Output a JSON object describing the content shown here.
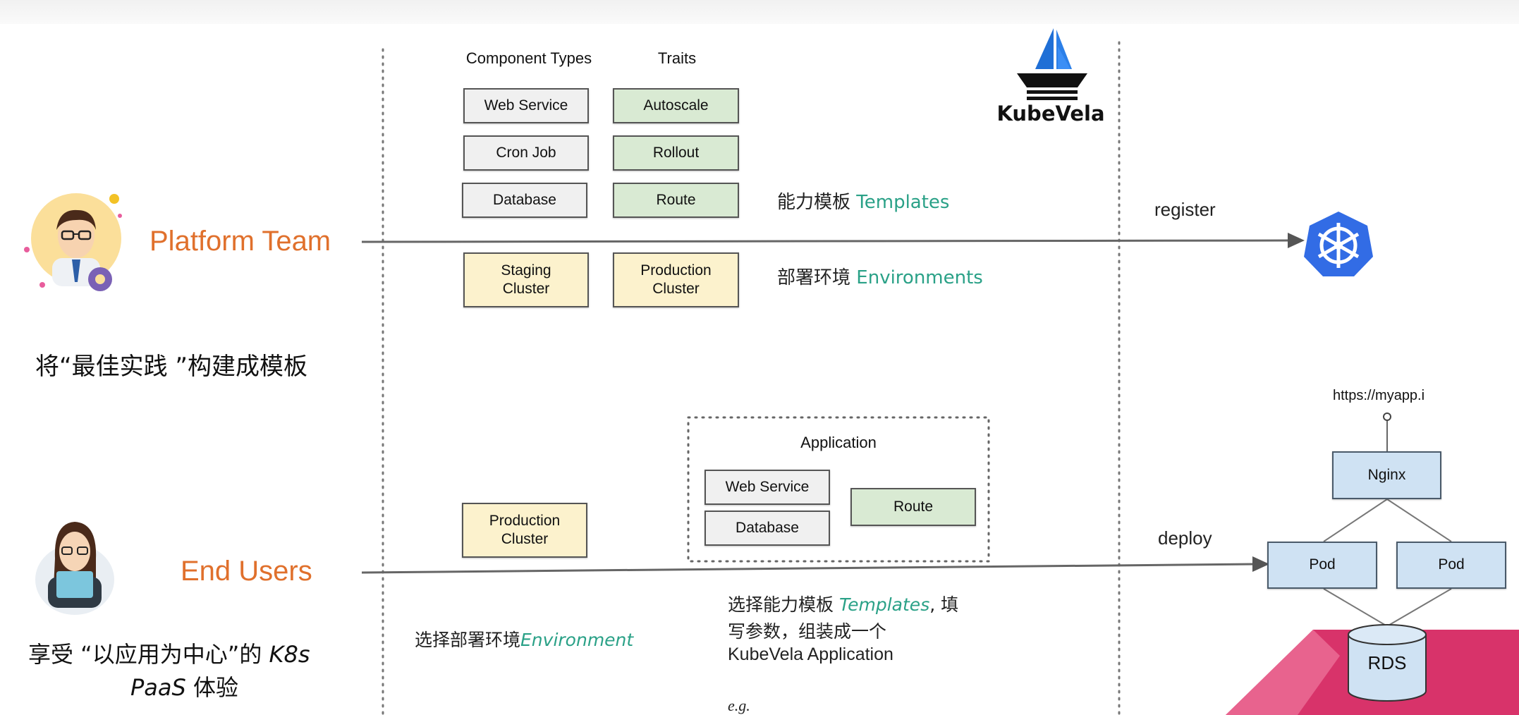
{
  "columns": {
    "component_types": "Component Types",
    "traits": "Traits"
  },
  "component_types": [
    "Web Service",
    "Cron Job",
    "Database"
  ],
  "traits": [
    "Autoscale",
    "Rollout",
    "Route"
  ],
  "environments": {
    "staging": "Staging\nCluster",
    "production": "Production\nCluster"
  },
  "templates_label": {
    "cn": "能力模板",
    "en": "Templates"
  },
  "environments_label": {
    "cn": "部署环境",
    "en": "Environments"
  },
  "brand": {
    "name": "KubeVela"
  },
  "platform": {
    "title": "Platform Team",
    "subtitle": "将“最佳实践 ”构建成模板"
  },
  "register": "register",
  "users": {
    "title": "End Users",
    "subtitle_line1_cn": "享受 “以应用为中心”的 ",
    "subtitle_line1_it": "K8s",
    "subtitle_line2_it": "PaaS",
    "subtitle_line2_cn": " 体验"
  },
  "deploy": "deploy",
  "application": {
    "title": "Application",
    "components": [
      "Web Service",
      "Database"
    ],
    "trait": "Route"
  },
  "user_env": "Production\nCluster",
  "choose_env": {
    "cn": "选择部署环境",
    "en": "Environment"
  },
  "choose_templates": {
    "line1_cn": "选择能力模板 ",
    "line1_en": "Templates",
    "line1_tail": ", 填",
    "line2": "写参数，组装成一个",
    "line3": "KubeVela Application"
  },
  "eg": "e.g.",
  "topology": {
    "url": "https://myapp.i",
    "nginx": "Nginx",
    "pods": [
      "Pod",
      "Pod"
    ],
    "db": "RDS"
  },
  "colors": {
    "orange": "#e0702c",
    "teal": "#2aa187",
    "k8s_blue": "#326ce5",
    "pink": "#d63a6a"
  }
}
